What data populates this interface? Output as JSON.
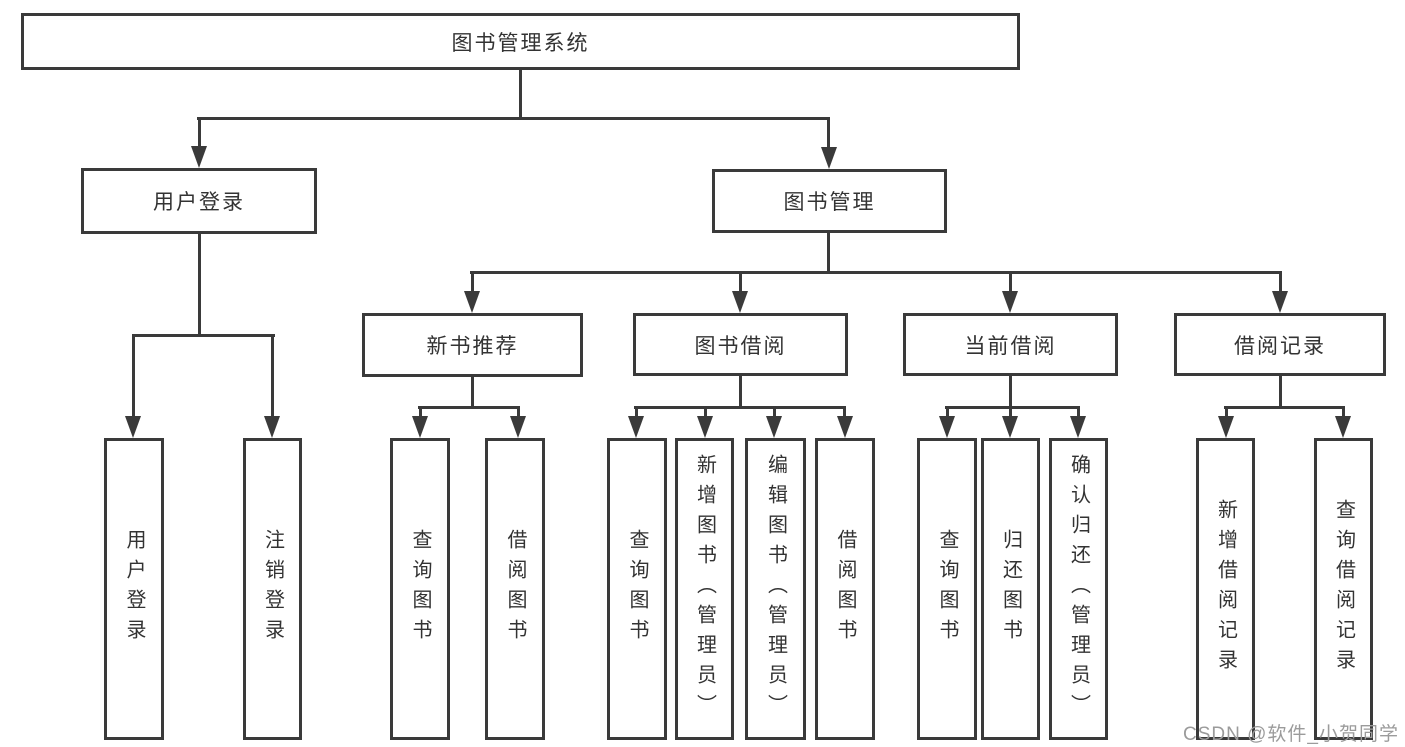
{
  "diagram": {
    "root": {
      "label": "图书管理系统"
    },
    "level2": [
      {
        "label": "用户登录"
      },
      {
        "label": "图书管理"
      }
    ],
    "level3": [
      {
        "label": "新书推荐"
      },
      {
        "label": "图书借阅"
      },
      {
        "label": "当前借阅"
      },
      {
        "label": "借阅记录"
      }
    ],
    "leaves": [
      {
        "label": "用户登录",
        "parent": "用户登录"
      },
      {
        "label": "注销登录",
        "parent": "用户登录"
      },
      {
        "label": "查询图书",
        "parent": "新书推荐"
      },
      {
        "label": "借阅图书",
        "parent": "新书推荐"
      },
      {
        "label": "查询图书",
        "parent": "图书借阅"
      },
      {
        "label": "新增图书（管理员）",
        "parent": "图书借阅"
      },
      {
        "label": "编辑图书（管理员）",
        "parent": "图书借阅"
      },
      {
        "label": "借阅图书",
        "parent": "图书借阅"
      },
      {
        "label": "查询图书",
        "parent": "当前借阅"
      },
      {
        "label": "归还图书",
        "parent": "当前借阅"
      },
      {
        "label": "确认归还（管理员）",
        "parent": "当前借阅"
      },
      {
        "label": "新增借阅记录",
        "parent": "借阅记录"
      },
      {
        "label": "查询借阅记录",
        "parent": "借阅记录"
      }
    ],
    "colors": {
      "line": "#3a3a3a",
      "text": "#333333",
      "background": "#ffffff"
    }
  },
  "watermark": {
    "text": "CSDN @软件_小贺同学"
  }
}
